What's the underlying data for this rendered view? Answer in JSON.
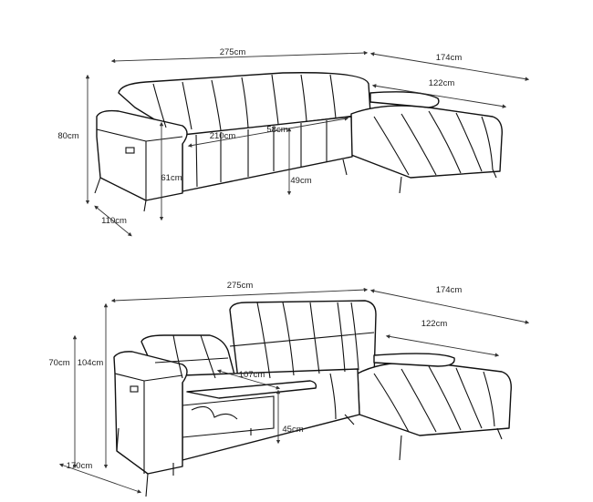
{
  "diagrams": [
    {
      "view": "standard",
      "labels": {
        "overall_width": "275cm",
        "chaise_length": "174cm",
        "chaise_seat_length": "122cm",
        "height": "80cm",
        "seat_width": "210cm",
        "seat_depth": "58cm",
        "arm_height": "61cm",
        "seat_height": "49cm",
        "depth": "110cm"
      }
    },
    {
      "view": "reclined",
      "labels": {
        "overall_width": "275cm",
        "chaise_length": "174cm",
        "chaise_seat_length": "122cm",
        "height": "70cm",
        "height_extended": "104cm",
        "reclined_depth_inner": "107cm",
        "seat_height": "45cm",
        "depth_reclined": "170cm"
      }
    }
  ],
  "colors": {
    "line": "#111111",
    "background": "#ffffff"
  }
}
